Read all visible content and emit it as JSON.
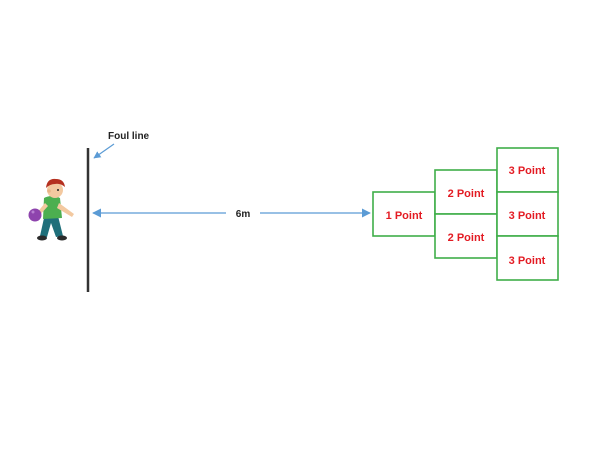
{
  "labels": {
    "foul_line": "Foul line",
    "distance": "6m"
  },
  "zones": {
    "row1": "1 Point",
    "row2_top": "2 Point",
    "row2_bottom": "2 Point",
    "row3_top": "3 Point",
    "row3_middle": "3 Point",
    "row3_bottom": "3 Point"
  },
  "colors": {
    "zone_border": "#3fae49",
    "zone_text": "#e31b23",
    "arrow": "#5b9bd5",
    "foul_line": "#333333",
    "ball": "#8e44ad",
    "shirt": "#4caf50",
    "pants": "#1f6f7a",
    "hair": "#b5301f"
  },
  "icons": [
    "bowler-boy-icon",
    "bowling-ball-icon"
  ]
}
